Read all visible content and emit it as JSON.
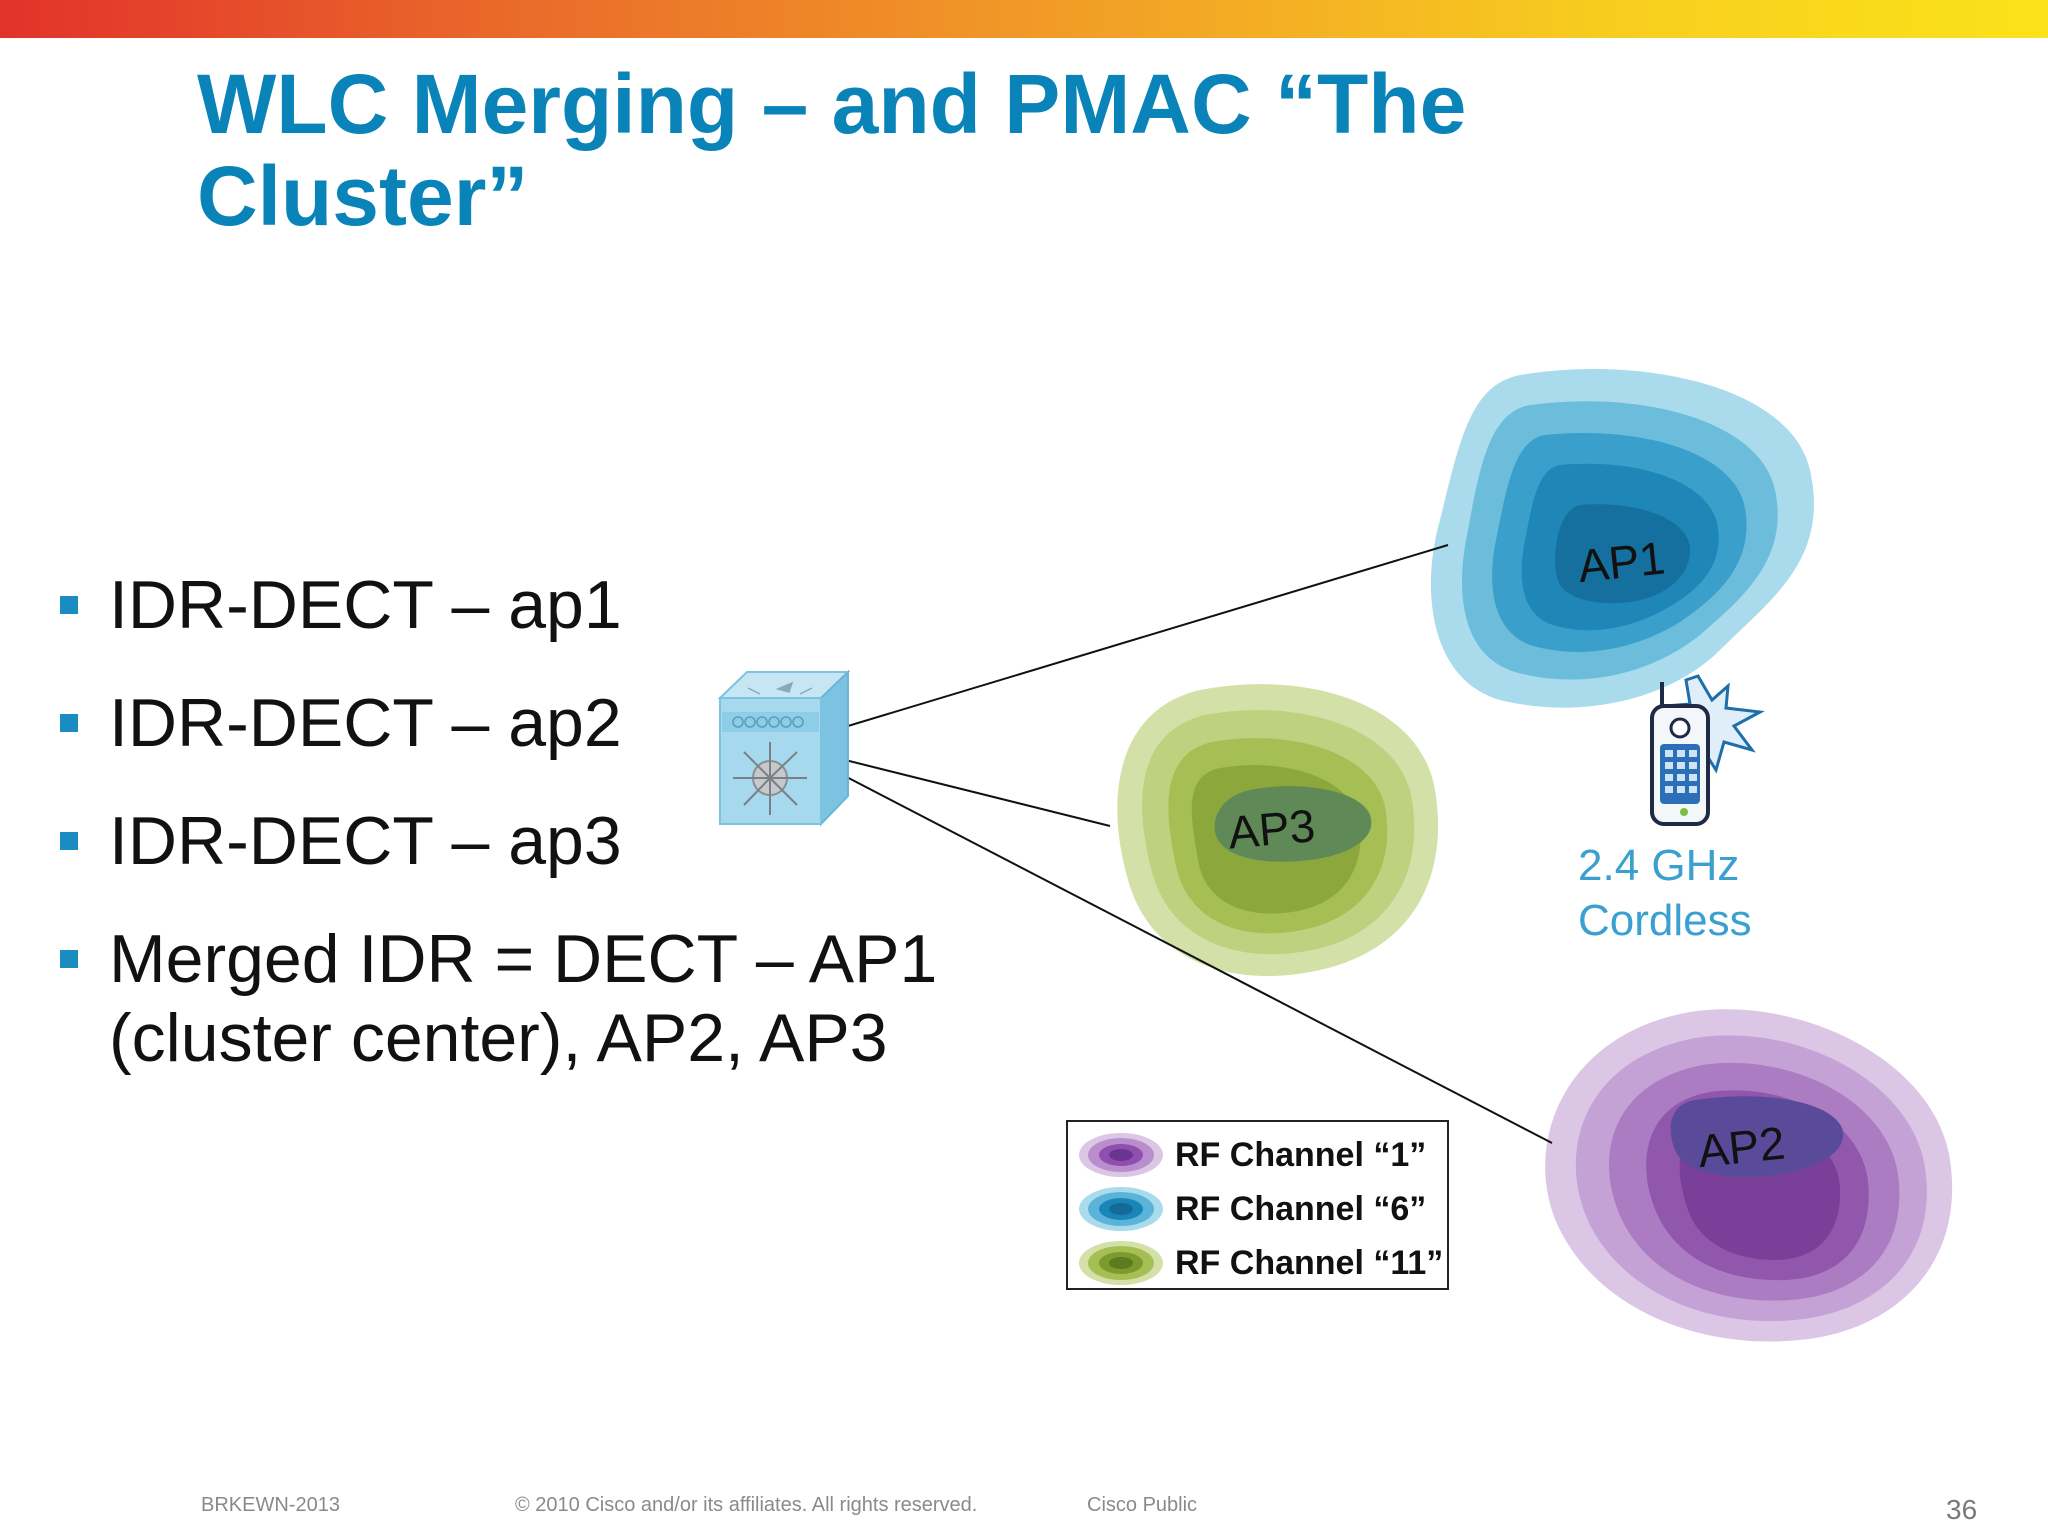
{
  "title": "WLC Merging – and PMAC “The Cluster”",
  "bullets": [
    "IDR-DECT – ap1",
    "IDR-DECT – ap2",
    "IDR-DECT – ap3",
    "Merged IDR = DECT – AP1 (cluster center), AP2, AP3"
  ],
  "diagram": {
    "ap1_label": "AP1",
    "ap2_label": "AP2",
    "ap3_label": "AP3",
    "phone_label_line1": "2.4 GHz",
    "phone_label_line2": "Cordless"
  },
  "legend": [
    {
      "label": "RF Channel “1”",
      "color": "#8e4fb0"
    },
    {
      "label": "RF Channel “6”",
      "color": "#1a86b8"
    },
    {
      "label": "RF Channel “11”",
      "color": "#7c9a2e"
    }
  ],
  "colors": {
    "title": "#0a84b8",
    "bullet": "#1a8cc2",
    "channel1": "#8e4fb0",
    "channel6": "#1a86b8",
    "channel11": "#7c9a2e"
  },
  "footer": {
    "session": "BRKEWN-2013",
    "copyright": "© 2010 Cisco and/or its affiliates. All rights reserved.",
    "classification": "Cisco Public",
    "page": "36"
  }
}
